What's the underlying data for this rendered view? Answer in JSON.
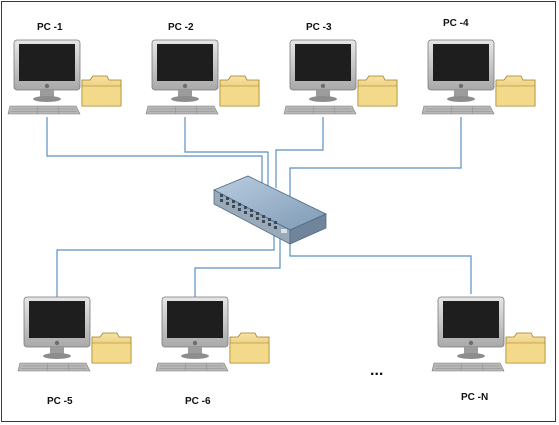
{
  "diagram": {
    "nodes": [
      {
        "id": "pc1",
        "label": "PC -1"
      },
      {
        "id": "pc2",
        "label": "PC -2"
      },
      {
        "id": "pc3",
        "label": "PC -3"
      },
      {
        "id": "pc4",
        "label": "PC -4"
      },
      {
        "id": "pc5",
        "label": "PC -5"
      },
      {
        "id": "pc6",
        "label": "PC -6"
      },
      {
        "id": "pcn",
        "label": "PC -N"
      }
    ],
    "hub": {
      "id": "switch",
      "icon": "network-switch-icon"
    },
    "ellipsis": "...",
    "links": [
      {
        "from": "pc1",
        "to": "switch"
      },
      {
        "from": "pc2",
        "to": "switch"
      },
      {
        "from": "pc3",
        "to": "switch"
      },
      {
        "from": "pc4",
        "to": "switch"
      },
      {
        "from": "pc5",
        "to": "switch"
      },
      {
        "from": "pc6",
        "to": "switch"
      },
      {
        "from": "pcn",
        "to": "switch"
      }
    ],
    "colors": {
      "link": "#5b8fc4",
      "monitor_frame": "#bdbdbd",
      "screen": "#1c1c1c",
      "folder": "#f0d27a",
      "switch_body": "#8ea8c2"
    }
  }
}
